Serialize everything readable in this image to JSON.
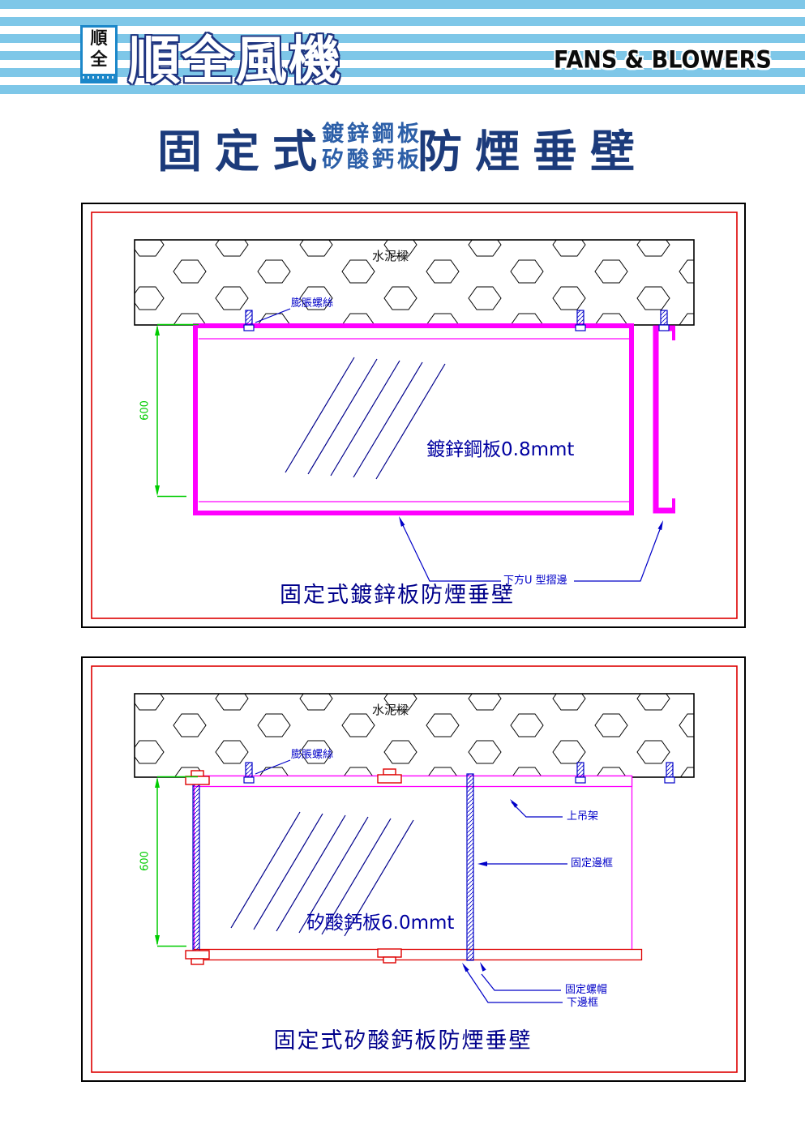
{
  "header": {
    "logo_line1": "順",
    "logo_line2": "全",
    "brand": "順全風機",
    "tagline": "FANS & BLOWERS"
  },
  "title": {
    "prefix": "固定式",
    "stack_top": "鍍鋅鋼板",
    "stack_bottom": "矽酸鈣板",
    "suffix": "防煙垂壁"
  },
  "diagram1": {
    "beam_label": "水泥樑",
    "anchor_label": "膨脹螺絲",
    "panel_label": "鍍鋅鋼板0.8mmt",
    "dimension": "600",
    "fold_label": "下方U 型摺邊",
    "caption": "固定式鍍鋅板防煙垂壁"
  },
  "diagram2": {
    "beam_label": "水泥樑",
    "anchor_label": "膨脹螺絲",
    "panel_label": "矽酸鈣板6.0mmt",
    "dimension": "600",
    "hanger_label": "上吊架",
    "side_frame_label": "固定邊框",
    "nut_label": "固定螺帽",
    "bottom_frame_label": "下邊框",
    "caption": "固定式矽酸鈣板防煙垂壁"
  },
  "colors": {
    "stripe_blue": "#7EC7E8",
    "logo_blue": "#1B87C9",
    "title_navy": "#1C3B7B",
    "title_light_blue": "#2C5FA8",
    "cad_blue": "#0000C8",
    "hatch_blue": "#00008B",
    "magenta": "#FF00FF",
    "red": "#DE0000",
    "green": "#00CC00",
    "caption_navy": "#00008B"
  }
}
